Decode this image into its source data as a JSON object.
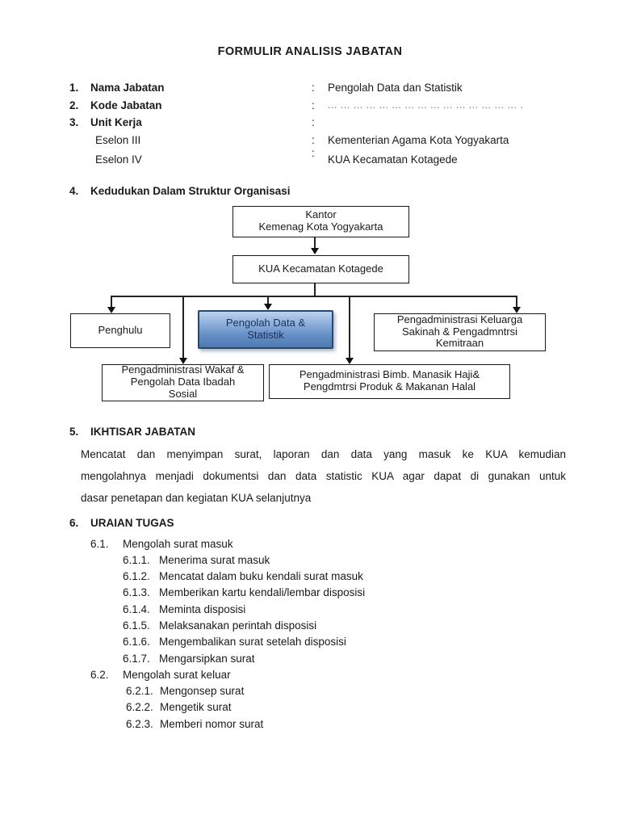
{
  "document": {
    "title": "FORMULIR ANALISIS JABATAN",
    "fields": [
      {
        "no": "1.",
        "label": "Nama Jabatan",
        "colon": ":",
        "value": "Pengolah Data dan Statistik"
      },
      {
        "no": "2.",
        "label": "Kode Jabatan",
        "colon": ":",
        "value": "... ... ... ... ... ... ... ... ... ... ... ... ... ... ... ."
      },
      {
        "no": "3.",
        "label": "Unit Kerja",
        "colon": ":",
        "value": ""
      },
      {
        "no": "",
        "label": "Eselon III",
        "colon": ":",
        "value": "Kementerian Agama Kota Yogyakarta"
      },
      {
        "no": "",
        "label": "Eselon IV",
        "colon": ":",
        "value": "KUA Kecamatan Kotagede"
      }
    ],
    "section4": {
      "no": "4.",
      "heading": "Kedudukan Dalam Struktur Organisasi"
    },
    "org_chart": {
      "root_lines": [
        "Kantor",
        "Kemenag Kota Yogyakarta"
      ],
      "kua_label": "KUA Kecamatan Kotagede",
      "penghulu_label": "Penghulu",
      "pengolah_lines": [
        "Pengolah Data &",
        "Statistik"
      ],
      "keluarga_lines": [
        "Pengadministrasi Keluarga",
        "Sakinah & Pengadmntrsi",
        "Kemitraan"
      ],
      "wakaf_lines": [
        "Pengadministrasi Wakaf &",
        "Pengolah Data Ibadah",
        "Sosial"
      ],
      "bimbingan_lines": [
        "Pengadministrasi Bimb. Manasik Haji&",
        "Pengdmtrsi Produk & Makanan Halal"
      ],
      "highlight_top_color": "#bdd2ec",
      "highlight_bottom_color": "#4d79b2",
      "highlight_border_color": "#29486e",
      "line_color": "#1a1a1a"
    },
    "section5": {
      "no": "5.",
      "heading": "IKHTISAR JABATAN",
      "lines": [
        "Mencatat dan menyimpan surat, laporan dan data yang masuk ke KUA kemudian",
        "mengolahnya menjadi dokumentsi dan data statistic KUA agar dapat di gunakan untuk",
        "dasar penetapan dan kegiatan KUA selanjutnya"
      ]
    },
    "section6": {
      "no": "6.",
      "heading": "URAIAN TUGAS",
      "tasks": [
        {
          "no": "6.1.",
          "label": "Mengolah surat masuk",
          "subs": [
            {
              "no": "6.1.1.",
              "label": "Menerima surat masuk"
            },
            {
              "no": "6.1.2.",
              "label": "Mencatat dalam buku kendali surat masuk"
            },
            {
              "no": "6.1.3.",
              "label": "Memberikan kartu kendali/lembar disposisi"
            },
            {
              "no": "6.1.4.",
              "label": "Meminta disposisi"
            },
            {
              "no": "6.1.5.",
              "label": "Melaksanakan perintah disposisi"
            },
            {
              "no": "6.1.6.",
              "label": "Mengembalikan surat setelah disposisi"
            },
            {
              "no": "6.1.7.",
              "label": "Mengarsipkan surat"
            }
          ]
        },
        {
          "no": "6.2.",
          "label": "Mengolah surat keluar",
          "subs": [
            {
              "no": "6.2.1.",
              "label": "Mengonsep surat"
            },
            {
              "no": "6.2.2.",
              "label": "Mengetik surat"
            },
            {
              "no": "6.2.3.",
              "label": "Memberi nomor surat"
            }
          ]
        }
      ]
    }
  }
}
